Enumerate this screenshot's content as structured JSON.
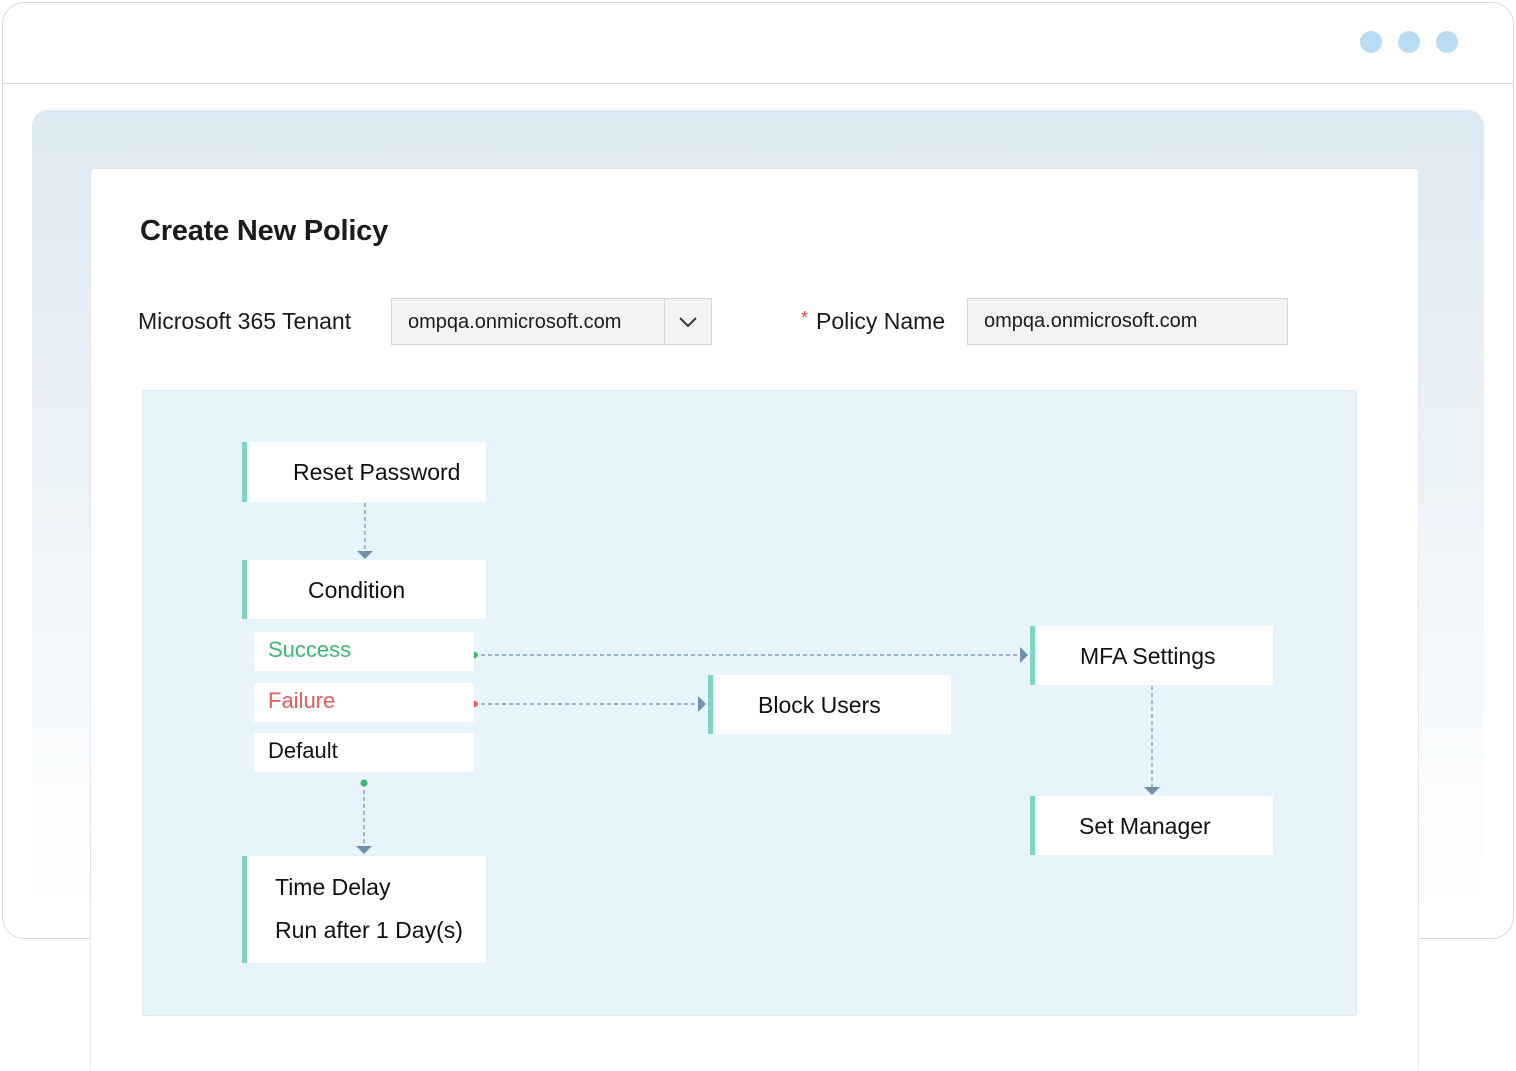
{
  "window": {
    "control_dots": [
      "#b9dcf2",
      "#b9dcf2",
      "#b9dcf2"
    ]
  },
  "page": {
    "title": "Create New Policy"
  },
  "form": {
    "tenant": {
      "label": "Microsoft 365 Tenant",
      "value": "ompqa.onmicrosoft.com"
    },
    "policy_name": {
      "required_mark": "*",
      "label": "Policy Name",
      "value": "ompqa.onmicrosoft.com"
    }
  },
  "workflow": {
    "nodes": {
      "reset_password": "Reset Password",
      "condition": "Condition",
      "time_delay": {
        "title": "Time Delay",
        "detail": "Run after 1 Day(s)"
      },
      "block_users": "Block Users",
      "mfa_settings": "MFA Settings",
      "set_manager": "Set Manager"
    },
    "branches": {
      "success": "Success",
      "failure": "Failure",
      "default": "Default"
    },
    "colors": {
      "node_accent": "#7dd6c2",
      "success": "#3cb878",
      "failure": "#ea5a5a",
      "connector": "#6f8fac"
    }
  }
}
